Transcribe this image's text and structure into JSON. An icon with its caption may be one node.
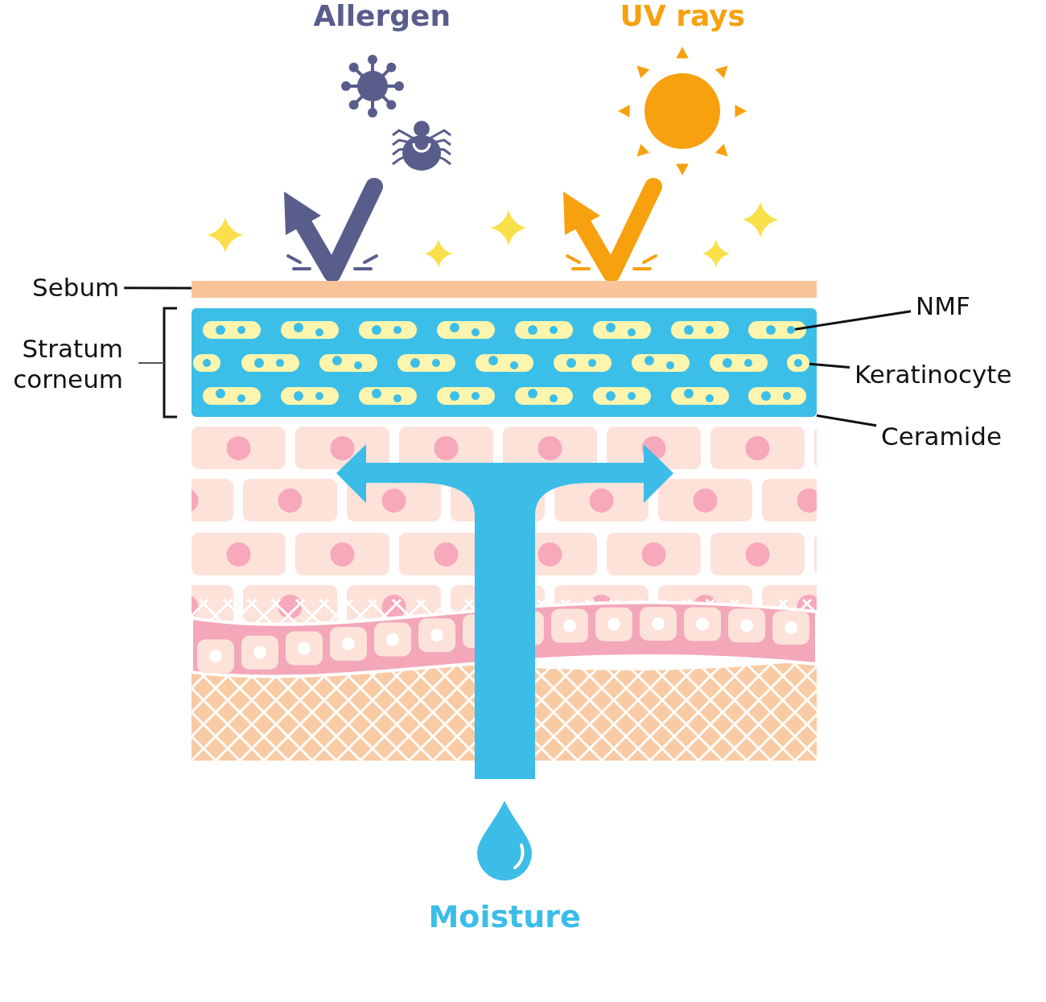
{
  "diagram": {
    "nodes": [
      {
        "text": [
          "Sebum"
        ]
      },
      {
        "text": [],
        "shape": "bar"
      },
      {
        "text": [
          "NMF"
        ]
      },
      {
        "text": [
          "Keratinocyte"
        ]
      },
      {
        "text": [
          "Ceramide"
        ]
      },
      {
        "text": [],
        "shape": "box"
      },
      {
        "text": [],
        "shape": "box",
        "in": 5
      },
      {
        "text": [],
        "shape": "circle",
        "in": 6
      },
      {
        "text": [],
        "shape": "box",
        "in": 5
      }
    ],
    "edges": [
      {
        "from": 0,
        "to": 1,
        "arrow": "none"
      },
      {
        "from": 2,
        "to": 7,
        "arrow": "none"
      },
      {
        "from": 3,
        "to": 8,
        "arrow": "none"
      },
      {
        "from": 4,
        "to": 5,
        "arrow": "none"
      }
    ],
    "labels": [
      "Allergen",
      "UV rays",
      "Stratum corneum",
      "Moisture"
    ]
  }
}
